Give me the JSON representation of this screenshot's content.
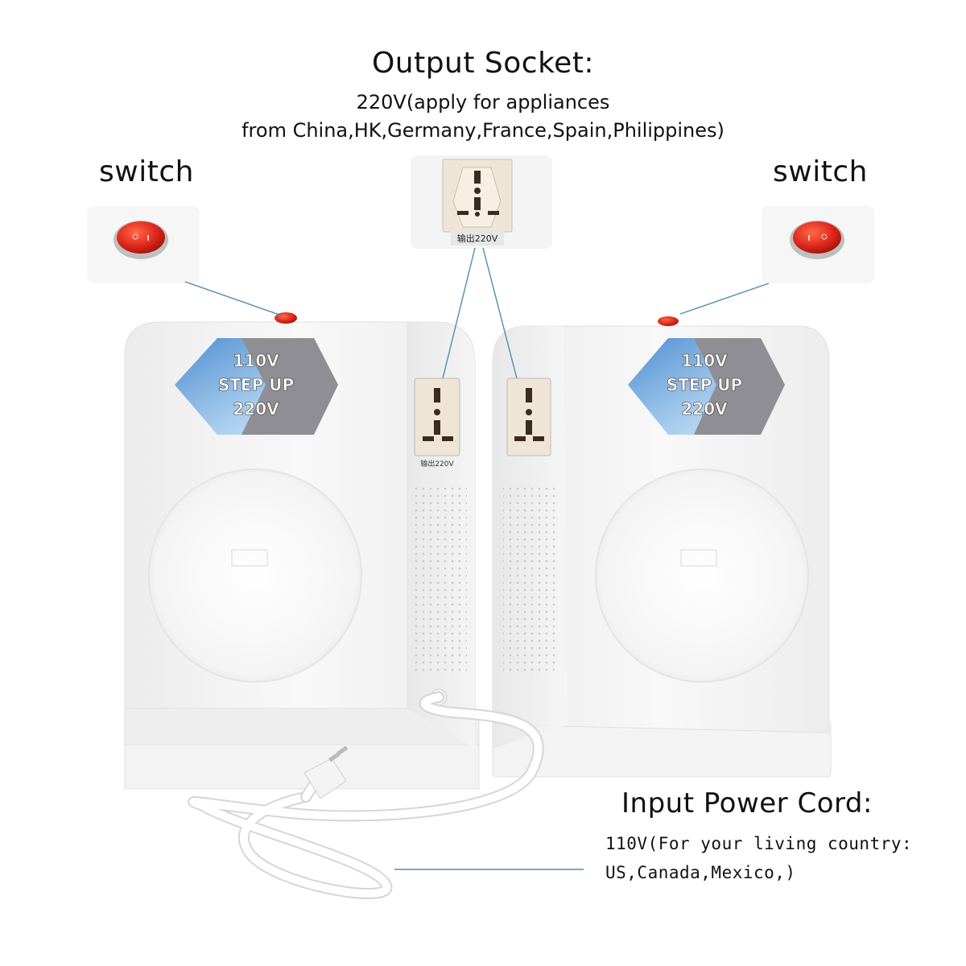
{
  "output_socket": {
    "title": "Output Socket:",
    "desc_line1": "220V(apply for appliances",
    "desc_line2": "from China,HK,Germany,France,Spain,Philippines)",
    "socket_label": "输出220V"
  },
  "switch_left": {
    "label": "switch"
  },
  "switch_right": {
    "label": "switch"
  },
  "unit_badge": {
    "line1": "110V",
    "line2": "STEP UP",
    "line3": "220V"
  },
  "input_cord": {
    "title": "Input Power Cord:",
    "desc_line1": "110V(For your living country:",
    "desc_line2": "US,Canada,Mexico,)"
  },
  "colors": {
    "switch_red": "#e0281c",
    "badge_blue": "#7fb3e2",
    "badge_gray": "#8e8e94",
    "leader_line": "#4a8fb0"
  },
  "icons": [
    "rocker-switch-icon",
    "universal-socket-icon",
    "power-plug-icon"
  ]
}
